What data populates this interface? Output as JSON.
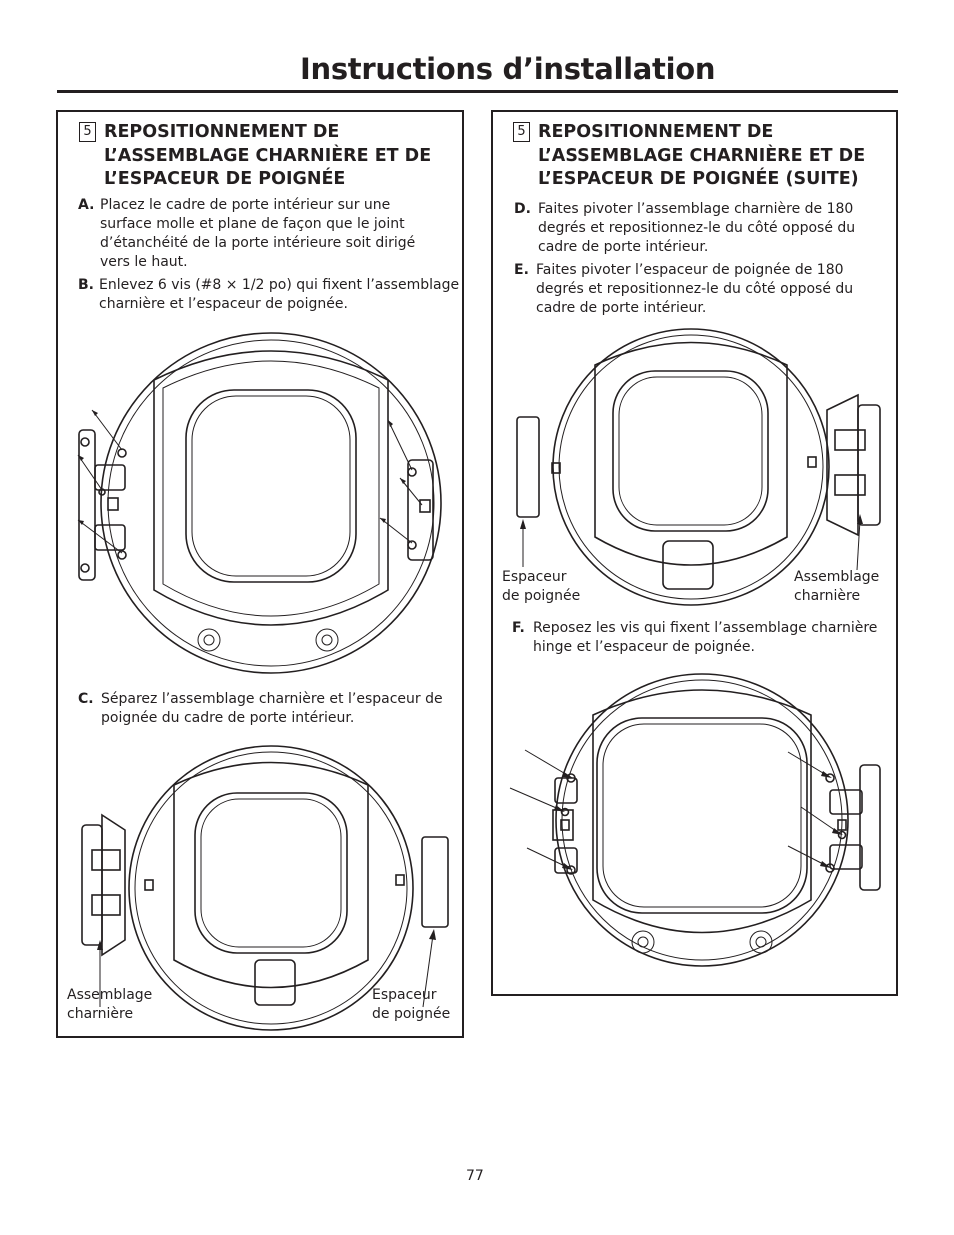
{
  "page": {
    "title": "Instructions d’installation",
    "number": "77"
  },
  "left_panel": {
    "step_number": "5",
    "heading": "REPOSITIONNEMENT DE L’ASSEMBLAGE CHARNIÈRE ET DE L’ESPACEUR DE POIGNÉE",
    "heading_lines": [
      "REPOSITIONNEMENT DE",
      "L’ASSEMBLAGE CHARNIÈRE ET DE",
      "L’ESPACEUR DE POIGNÉE"
    ],
    "steps": [
      {
        "label": "A.",
        "lines": [
          "Placez le cadre de porte intérieur sur une",
          "surface molle et plane de façon que le joint",
          "d’étanchéité de la porte intérieure soit dirigé",
          "vers le haut."
        ]
      },
      {
        "label": "B.",
        "lines": [
          "Enlevez 6 vis (#8 × 1/2 po) qui fixent l’assemblage",
          "charnière et l’espaceur de poignée."
        ]
      },
      {
        "label": "C.",
        "lines": [
          "Séparez l’assemblage charnière et l’espaceur de",
          "poignée du cadre de porte intérieur."
        ]
      }
    ],
    "captions": {
      "hinge": [
        "Assemblage",
        "charnière"
      ],
      "spacer": [
        "Espaceur",
        "de poignée"
      ]
    }
  },
  "right_panel": {
    "step_number": "5",
    "heading": "REPOSITIONNEMENT DE L’ASSEMBLAGE CHARNIÈRE ET DE L’ESPACEUR DE POIGNÉE (SUITE)",
    "heading_lines": [
      "REPOSITIONNEMENT DE",
      "L’ASSEMBLAGE CHARNIÈRE ET DE",
      "L’ESPACEUR DE POIGNÉE (SUITE)"
    ],
    "steps": [
      {
        "label": "D.",
        "lines": [
          "Faites pivoter l’assemblage charnière de 180",
          "degrés et repositionnez-le du côté opposé du",
          "cadre de porte intérieur."
        ]
      },
      {
        "label": "E.",
        "lines": [
          "Faites pivoter l’espaceur de poignée de 180",
          "degrés et repositionnez-le du côté opposé du",
          "cadre de porte intérieur."
        ]
      },
      {
        "label": "F.",
        "lines": [
          "Reposez les vis qui fixent l’assemblage charnière",
          "hinge et l’espaceur de poignée."
        ]
      }
    ],
    "captions": {
      "spacer": [
        "Espaceur",
        "de poignée"
      ],
      "hinge": [
        "Assemblage",
        "charnière"
      ]
    }
  }
}
